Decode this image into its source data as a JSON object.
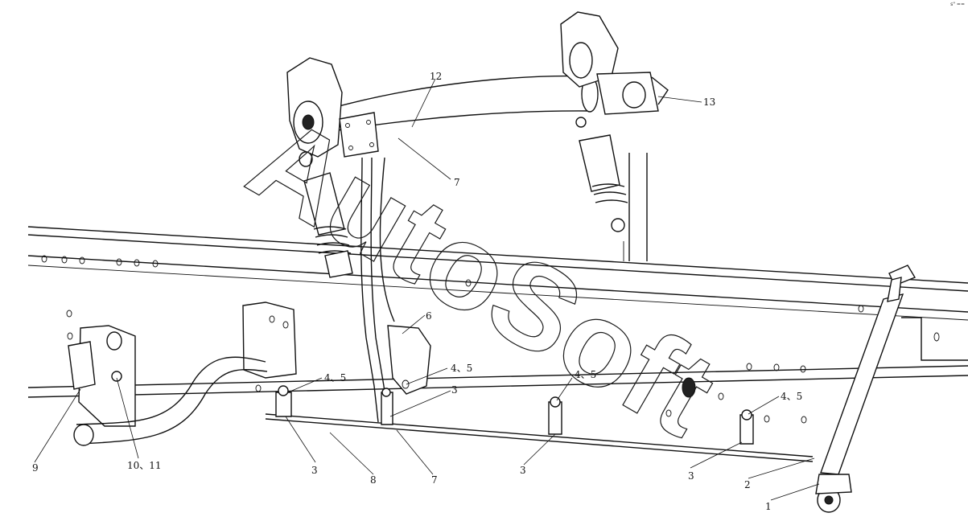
{
  "watermark": "AutoSoft",
  "corner_mark": "s\" ==",
  "callouts": {
    "c1": "1",
    "c2": "2",
    "c3a": "3",
    "c3b": "3",
    "c3c": "3",
    "c3d": "3",
    "c45a": "4、5",
    "c45b": "4、5",
    "c45c": "4、5",
    "c45d": "4、5",
    "c6": "6",
    "c7a": "7",
    "c7b": "7",
    "c8": "8",
    "c9": "9",
    "c1011": "10、11",
    "c12": "12",
    "c13": "13"
  }
}
